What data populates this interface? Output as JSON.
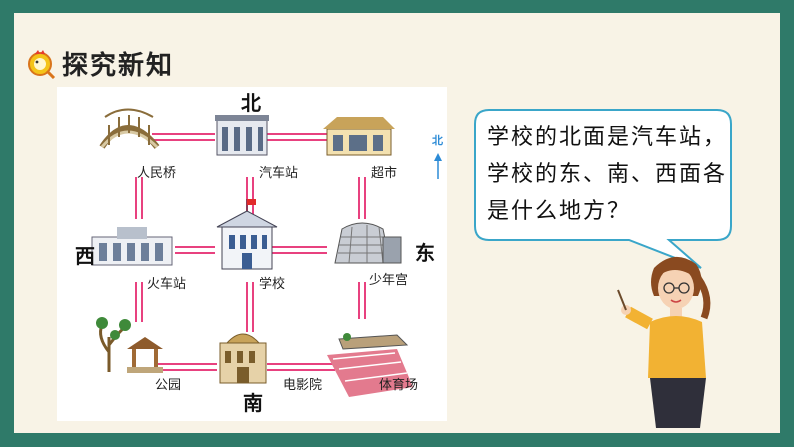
{
  "header": {
    "title": "探究新知",
    "icon": "magnifier-chick-icon"
  },
  "map": {
    "directions": {
      "north": "北",
      "south": "南",
      "west": "西",
      "east": "东"
    },
    "north_arrow_label": "北",
    "places": {
      "nw": "人民桥",
      "n": "汽车站",
      "ne": "超市",
      "w": "火车站",
      "center": "学校",
      "e": "少年宫",
      "sw": "公园",
      "s": "电影院",
      "se": "体育场"
    },
    "road_color": "#e8417f"
  },
  "bubble": {
    "text": "学校的北面是汽车站，学校的东、南、西面各是什么地方？"
  }
}
